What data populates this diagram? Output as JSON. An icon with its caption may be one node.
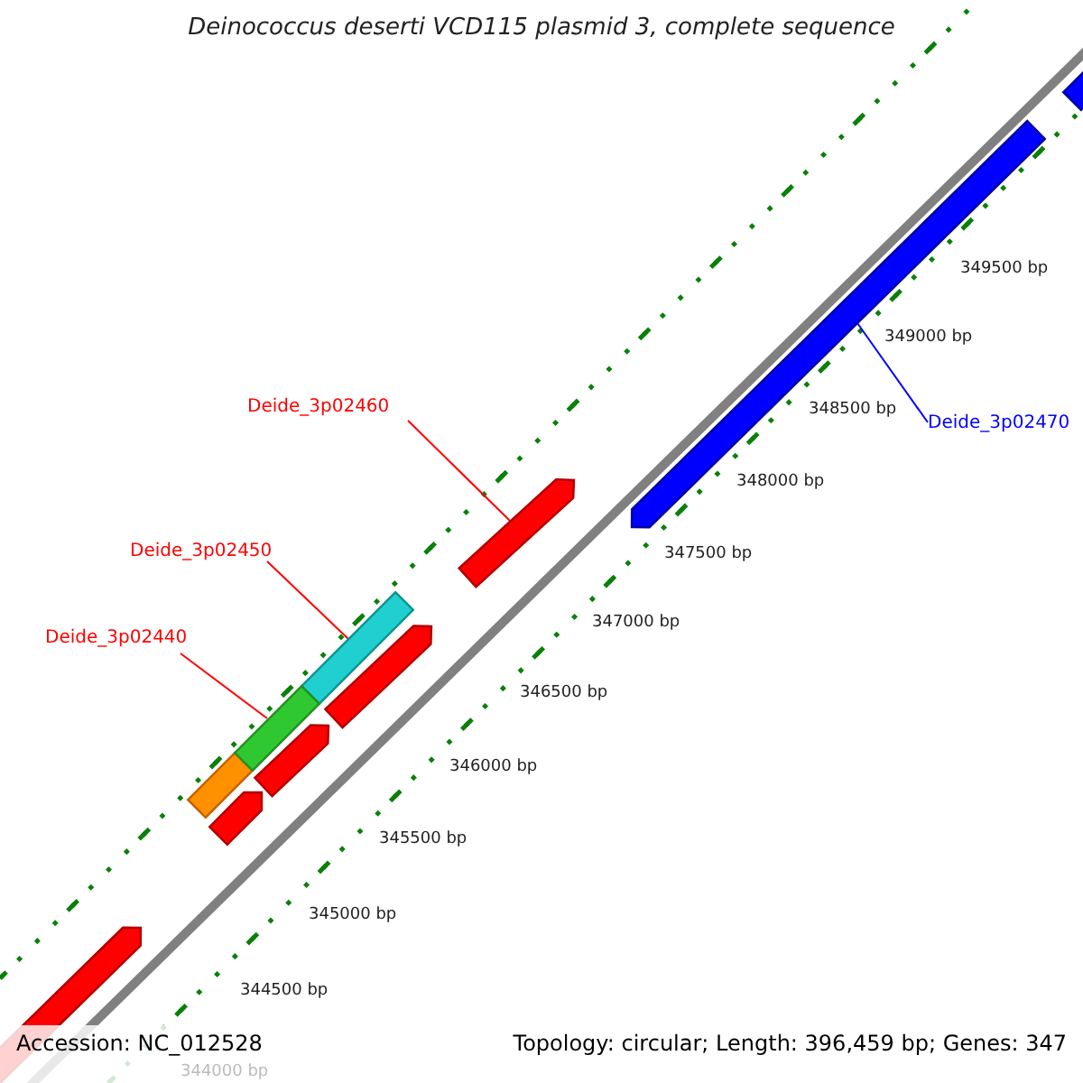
{
  "diagram": {
    "title": "Deinococcus deserti VCD115 plasmid 3, complete sequence",
    "nodes": [
      {
        "text": [
          "Deide_3p02460"
        ]
      },
      {
        "text": [],
        "shape": "bar"
      },
      {
        "text": [
          "Deide_3p02470"
        ]
      },
      {
        "text": [],
        "shape": "bar"
      },
      {
        "text": [
          "Deide_3p02450"
        ]
      },
      {
        "text": [],
        "shape": "bar"
      },
      {
        "text": [
          "Deide_3p02440"
        ]
      },
      {
        "text": [],
        "shape": "bar"
      }
    ],
    "edges": [
      {
        "from": 0,
        "to": 1,
        "arrow": "none"
      },
      {
        "from": 2,
        "to": 3,
        "arrow": "none",
        "color": "#0000ff"
      },
      {
        "from": 4,
        "to": 5,
        "arrow": "none"
      },
      {
        "from": 6,
        "to": 7,
        "arrow": "none"
      }
    ],
    "labels": [
      "349500 bp",
      "349000 bp",
      "348500 bp",
      "348000 bp",
      "347500 bp",
      "347000 bp",
      "346500 bp",
      "346000 bp",
      "345500 bp",
      "345000 bp",
      "344500 bp",
      "344000 bp",
      "Accession: NC_012528",
      "Topology: circular; Length: 396,459 bp; Genes: 347"
    ]
  }
}
